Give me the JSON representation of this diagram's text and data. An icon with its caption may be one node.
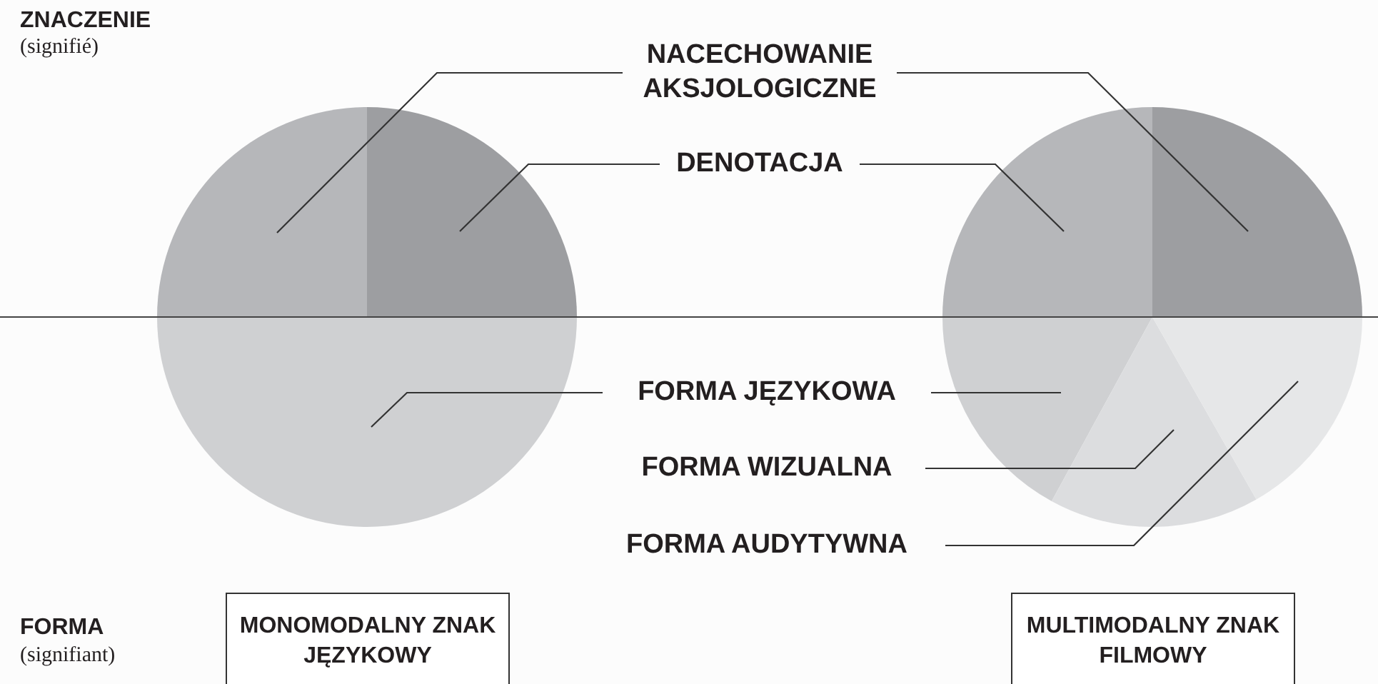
{
  "diagram": {
    "nodes": [
      {
        "text": [
          "NACECHOWANIE AKSJOLOGICZNE"
        ]
      },
      {
        "text": [
          "DENOTACJA"
        ]
      },
      {
        "text": [
          "FORMA JĘZYKOWA"
        ]
      },
      {
        "text": [
          "FORMA WIZUALNA"
        ]
      },
      {
        "text": [
          "FORMA AUDYTYWNA"
        ]
      },
      {
        "text": [
          "MONOMODALNY ZNAK JĘZYKOWY"
        ]
      },
      {
        "text": [
          "MULTIMODALNY ZNAK FILMOWY"
        ]
      },
      {
        "text": [],
        "shape": "slice"
      },
      {
        "text": [],
        "shape": "slice"
      },
      {
        "text": [],
        "shape": "slice"
      },
      {
        "text": [],
        "shape": "slice"
      },
      {
        "text": [],
        "shape": "slice"
      },
      {
        "text": [],
        "shape": "slice"
      },
      {
        "text": [],
        "shape": "slice"
      },
      {
        "text": [],
        "shape": "slice"
      }
    ],
    "edges": [
      {
        "from": 0,
        "to": 7,
        "arrow": "none"
      },
      {
        "from": 0,
        "to": 11,
        "arrow": "none"
      },
      {
        "from": 1,
        "to": 8,
        "arrow": "none"
      },
      {
        "from": 1,
        "to": 10,
        "arrow": "none"
      },
      {
        "from": 2,
        "to": 9,
        "arrow": "none"
      },
      {
        "from": 2,
        "to": 12,
        "arrow": "none"
      },
      {
        "from": 3,
        "to": 13,
        "arrow": "none"
      },
      {
        "from": 4,
        "to": 14,
        "arrow": "none"
      }
    ],
    "labels": [
      "ZNACZENIE",
      "(signifié)",
      "FORMA",
      "(signifiant)"
    ]
  }
}
